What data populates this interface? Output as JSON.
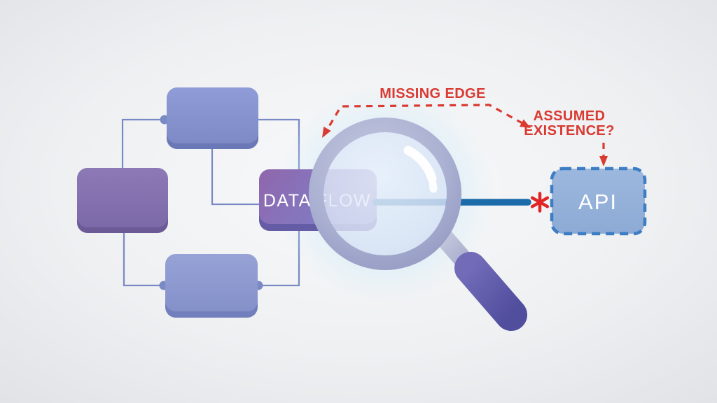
{
  "diagram": {
    "nodes": [
      {
        "id": "node-top",
        "label": ""
      },
      {
        "id": "node-left",
        "label": ""
      },
      {
        "id": "node-bottom",
        "label": ""
      },
      {
        "id": "node-data-flow",
        "label": "DATA FLOW"
      },
      {
        "id": "node-api",
        "label": "API"
      }
    ],
    "edges": [
      {
        "from": "node-left",
        "to": "node-top"
      },
      {
        "from": "node-top",
        "to": "node-data-flow"
      },
      {
        "from": "node-left",
        "to": "node-bottom"
      },
      {
        "from": "node-bottom",
        "to": "node-data-flow"
      },
      {
        "from": "node-data-flow",
        "to": "node-api",
        "status": "missing / broken at asterisk"
      }
    ],
    "annotations": {
      "missing_edge_label": "MISSING EDGE",
      "assumed_label_line1": "ASSUMED",
      "assumed_label_line2": "EXISTENCE?"
    },
    "icons": {
      "magnifier": "magnifier-icon",
      "asterisk": "asterisk-icon",
      "dashed_arrows": "dashed-arrow-icon"
    },
    "colors": {
      "annotation_red": "#d93a32",
      "asterisk_red": "#e02525",
      "edge_line_blue": "#1b6ba9",
      "connector_blue": "#7989c4",
      "api_border": "#3c7dc3",
      "api_fill": "#92afd7",
      "node_top": "#8290ce",
      "node_left": "#8471ad",
      "node_bottom": "#8b97cd",
      "dataflow_left": "#9066ab",
      "dataflow_right": "#7f7ec6",
      "lens_rim": "#a9aecf",
      "handle_purple": "#5f59a8",
      "label_text": "#ffffff"
    }
  }
}
